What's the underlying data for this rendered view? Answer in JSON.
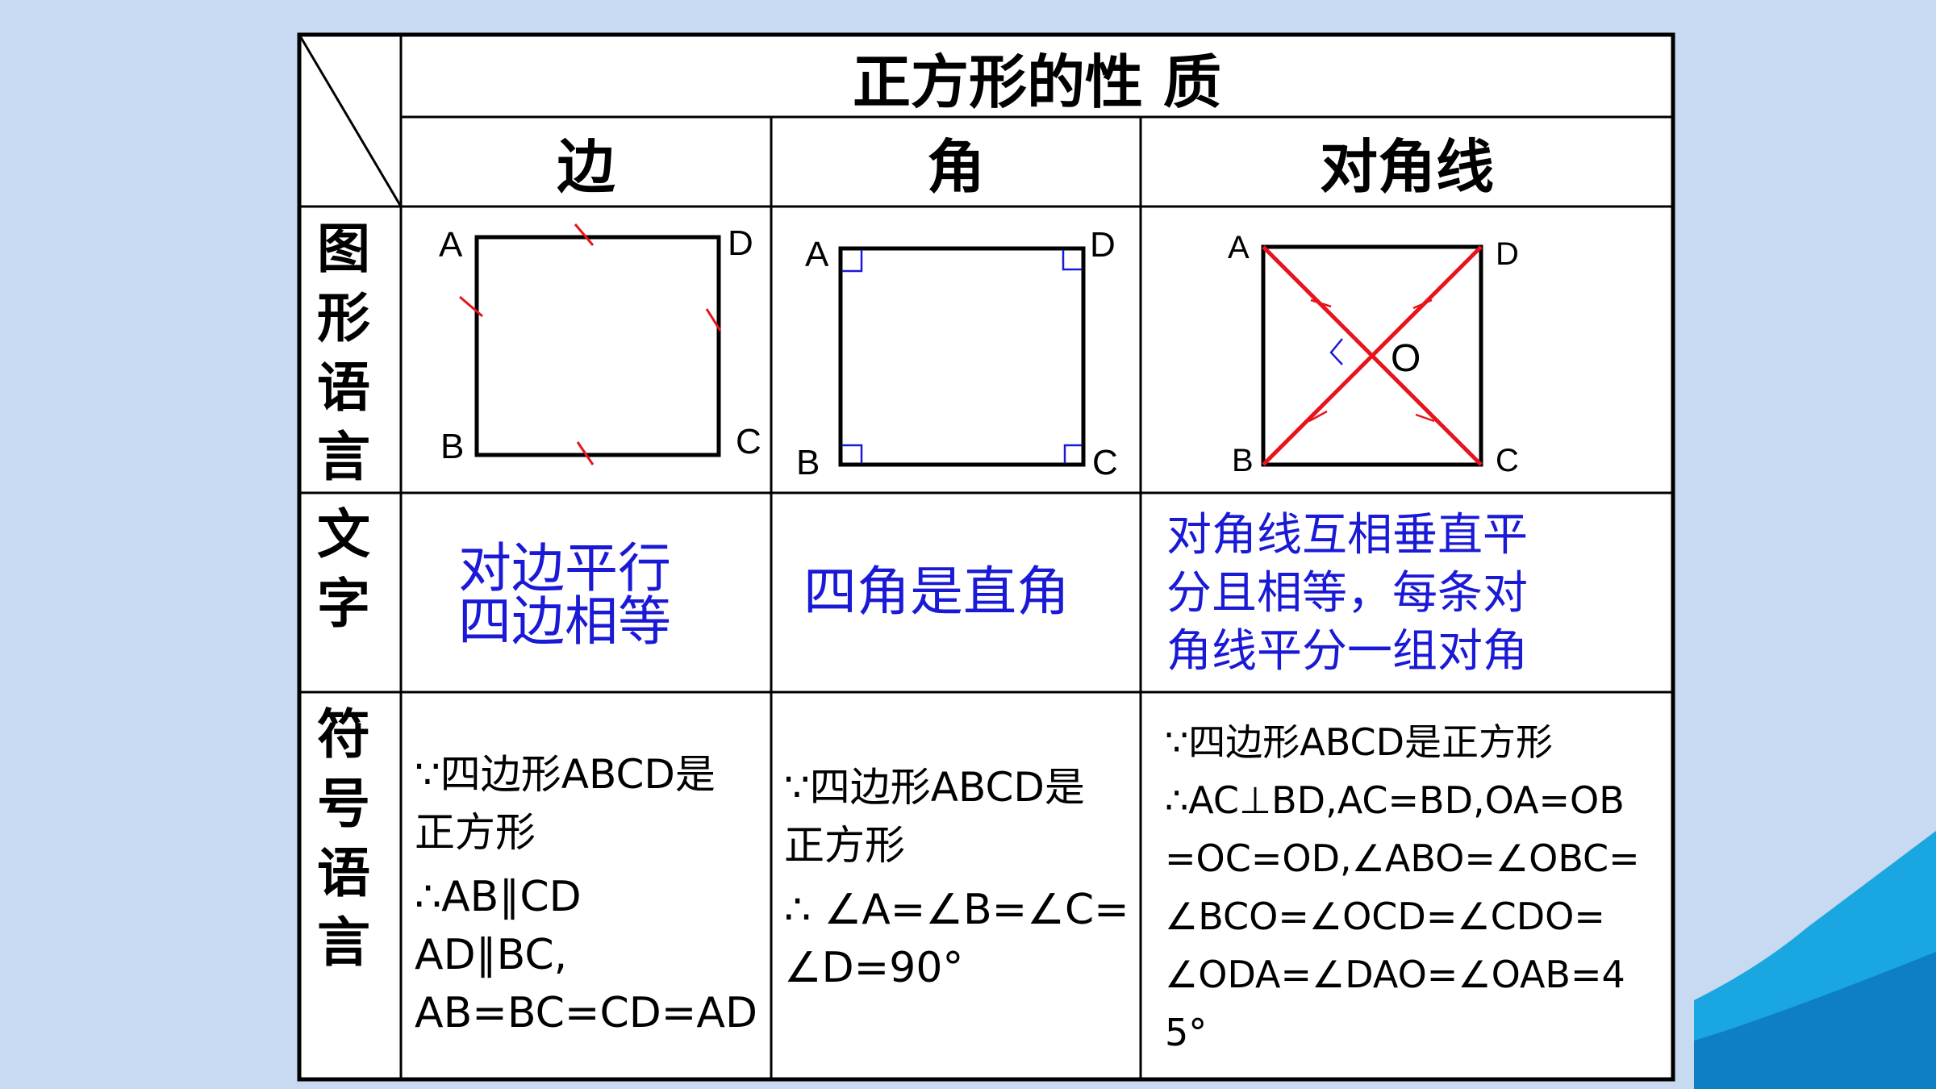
{
  "table": {
    "title": "正方形的性 质",
    "columns": [
      "边",
      "角",
      "对角线"
    ],
    "rows": {
      "figure": "图形语言",
      "text": "文字",
      "symbol": "符号语言"
    }
  },
  "figures": {
    "side": {
      "labels": [
        "A",
        "D",
        "B",
        "C"
      ]
    },
    "angle": {
      "labels": [
        "A",
        "D",
        "B",
        "C"
      ]
    },
    "diagonal": {
      "labels": [
        "A",
        "D",
        "B",
        "C",
        "O"
      ]
    }
  },
  "text_row": {
    "side": [
      "对边平行",
      "四边相等"
    ],
    "angle": [
      "四角是直角"
    ],
    "diagonal": [
      "对角线互相垂直平",
      "分且相等，每条对",
      "角线平分一组对角"
    ]
  },
  "symbol_row": {
    "side": [
      "∵四边形ABCD是",
      "正方形",
      "∴AB∥CD",
      "AD∥BC,",
      "AB=BC=CD=AD"
    ],
    "angle": [
      "∵四边形ABCD是",
      "正方形",
      "∴ ∠A=∠B=∠C=",
      "∠D=90°"
    ],
    "diagonal": [
      "∵四边形ABCD是正方形",
      "∴AC⊥BD,AC=BD,OA=OB",
      "=OC=OD,∠ABO=∠OBC=",
      "∠BCO=∠OCD=∠CDO=",
      "∠ODA=∠DAO=∠OAB=4",
      "5°"
    ]
  },
  "colors": {
    "background": "#c7daf1",
    "table_bg": "#ffffff",
    "text_blue": "#1a1ad6",
    "diagonal_red": "#e8141c",
    "tick_red": "#e8141c",
    "accent_cyan": "#1aa6e0"
  }
}
